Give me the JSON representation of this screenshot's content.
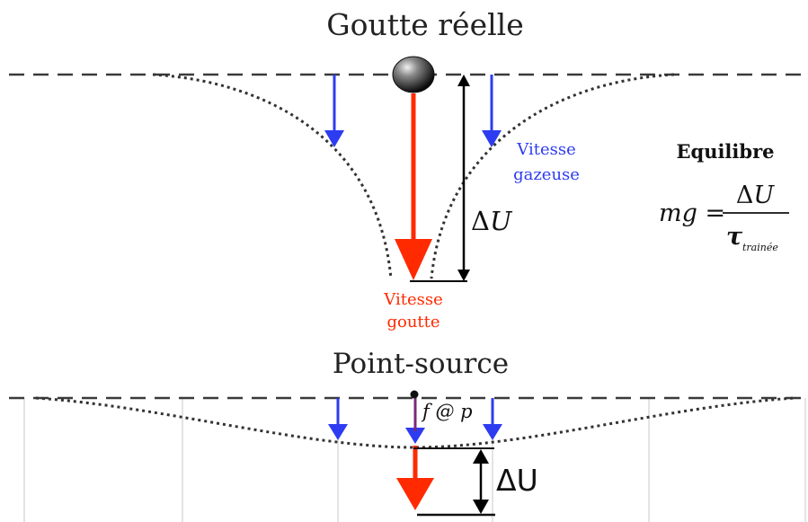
{
  "titles": {
    "top": "Goutte réelle",
    "bottom": "Point-source"
  },
  "labels": {
    "gas_velocity_line1": "Vitesse",
    "gas_velocity_line2": "gazeuse",
    "drop_velocity_line1": "Vitesse",
    "drop_velocity_line2": "goutte",
    "delta_u_top_delta": "Δ",
    "delta_u_top_u": "U",
    "delta_u_bottom": "ΔU",
    "point_force": "f @ p"
  },
  "equation": {
    "heading": "Equilibre",
    "lhs": "mg =",
    "numerator_delta": "Δ",
    "numerator_u": "U",
    "denominator_tau": "τ",
    "denominator_sub": "trainée"
  },
  "colors": {
    "gas_arrow": "#2d3cf0",
    "drop_arrow": "#ff2a00",
    "point_force_arrow": "#7a2a7a",
    "dashed_line": "#3a3a3a",
    "dotted_curve": "#333333",
    "grid_line": "#c8c8c8"
  }
}
